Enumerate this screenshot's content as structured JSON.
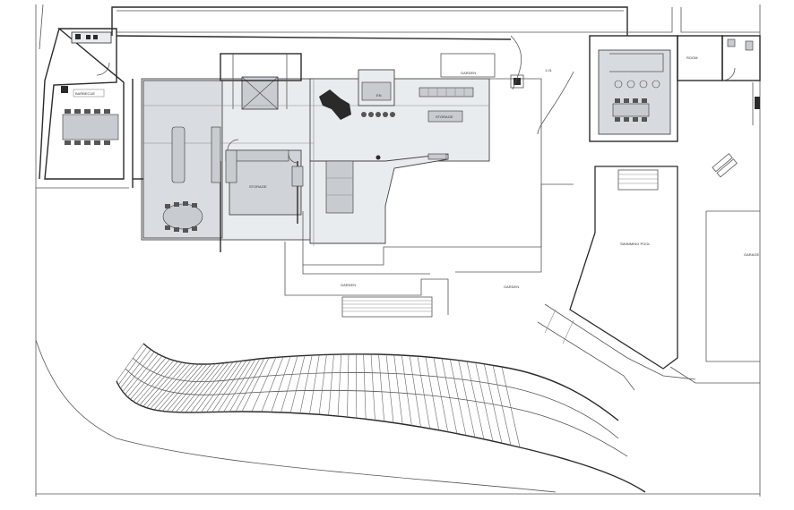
{
  "labels": {
    "barbecue": "BARBECUE",
    "garden_top": "GARDEN",
    "garden_bottom_left": "GARDEN",
    "garden_bottom_right": "GARDEN",
    "room": "ROOM",
    "swimming_pool": "SWIMMING POOL",
    "garage": "GARAGE",
    "storage_a": "STORAGE",
    "storage_b": "STORAGE",
    "en": "EN",
    "code": "1.01"
  }
}
